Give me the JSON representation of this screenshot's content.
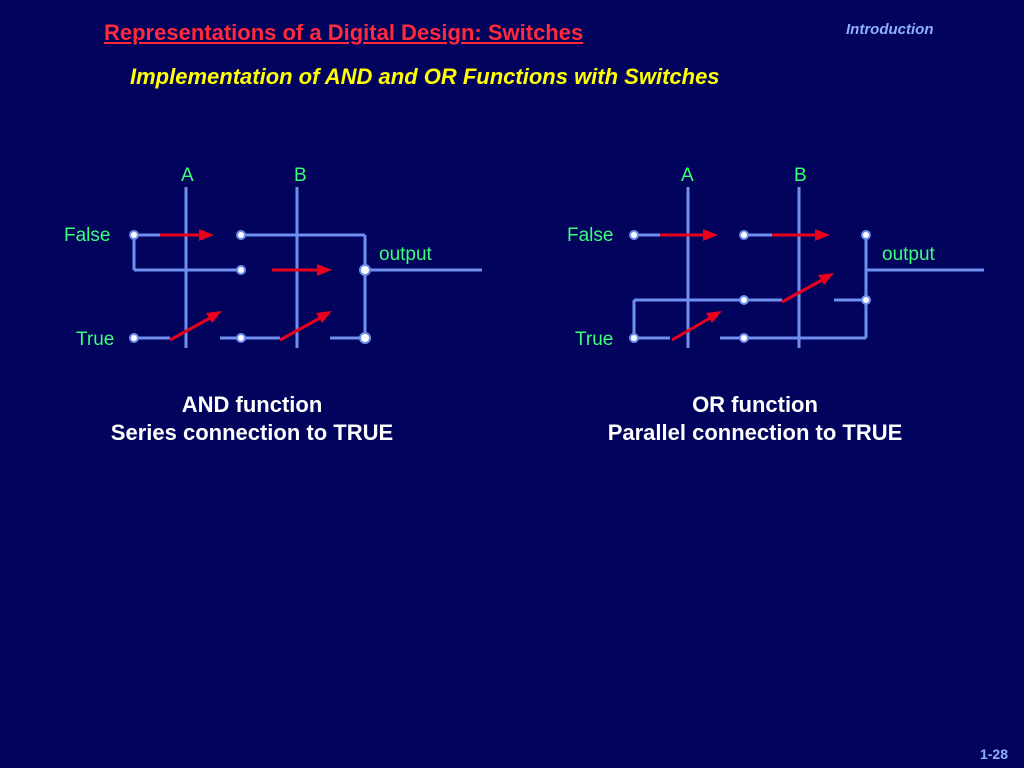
{
  "slide": {
    "title": "Representations of a Digital Design: Switches",
    "section": "Introduction",
    "subtitle": "Implementation of AND and OR Functions with Switches",
    "page_number": "1-28"
  },
  "and_diagram": {
    "label_a": "A",
    "label_b": "B",
    "label_false": "False",
    "label_true": "True",
    "label_output": "output",
    "caption_line1": "AND function",
    "caption_line2": "Series connection to TRUE"
  },
  "or_diagram": {
    "label_a": "A",
    "label_b": "B",
    "label_false": "False",
    "label_true": "True",
    "label_output": "output",
    "caption_line1": "OR function",
    "caption_line2": "Parallel connection to TRUE"
  },
  "colors": {
    "background": "#02035c",
    "title": "#ff2a3a",
    "subtitle": "#ffff00",
    "labels": "#39ff7a",
    "wires": "#6f8ff0",
    "switch_arrows": "#e8001c"
  }
}
